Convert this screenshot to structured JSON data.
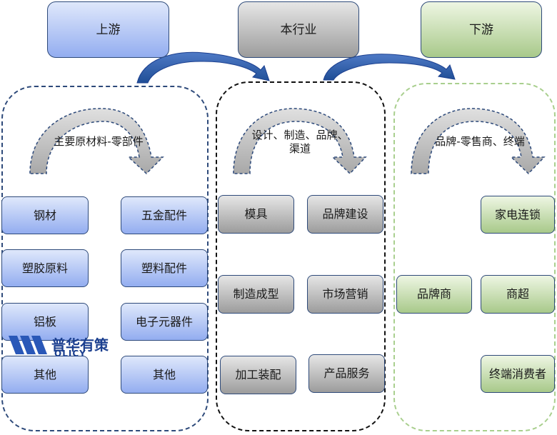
{
  "headers": {
    "upstream": "上游",
    "industry": "本行业",
    "downstream": "下游"
  },
  "upstream": {
    "label": "主要原材料-零部件",
    "items": [
      "钢材",
      "五金配件",
      "塑胶原料",
      "塑料配件",
      "铝板",
      "电子元器件",
      "其他",
      "其他"
    ]
  },
  "industry": {
    "label_line1": "设计、制造、品牌、",
    "label_line2": "渠道",
    "items": [
      "模具",
      "品牌建设",
      "制造成型",
      "市场营销",
      "加工装配",
      "产品服务"
    ]
  },
  "downstream": {
    "label": "品牌-零售商、终端",
    "items": [
      "家电连锁",
      "品牌商",
      "商超",
      "终端消费者"
    ]
  },
  "watermark": {
    "cn": "普华有策",
    "en": "OLICY"
  },
  "colors": {
    "upstream_fill": "#93adf0",
    "industry_fill": "#9c9c9c",
    "downstream_fill": "#a8c98a",
    "arrow_blue": "#1f4e96"
  }
}
